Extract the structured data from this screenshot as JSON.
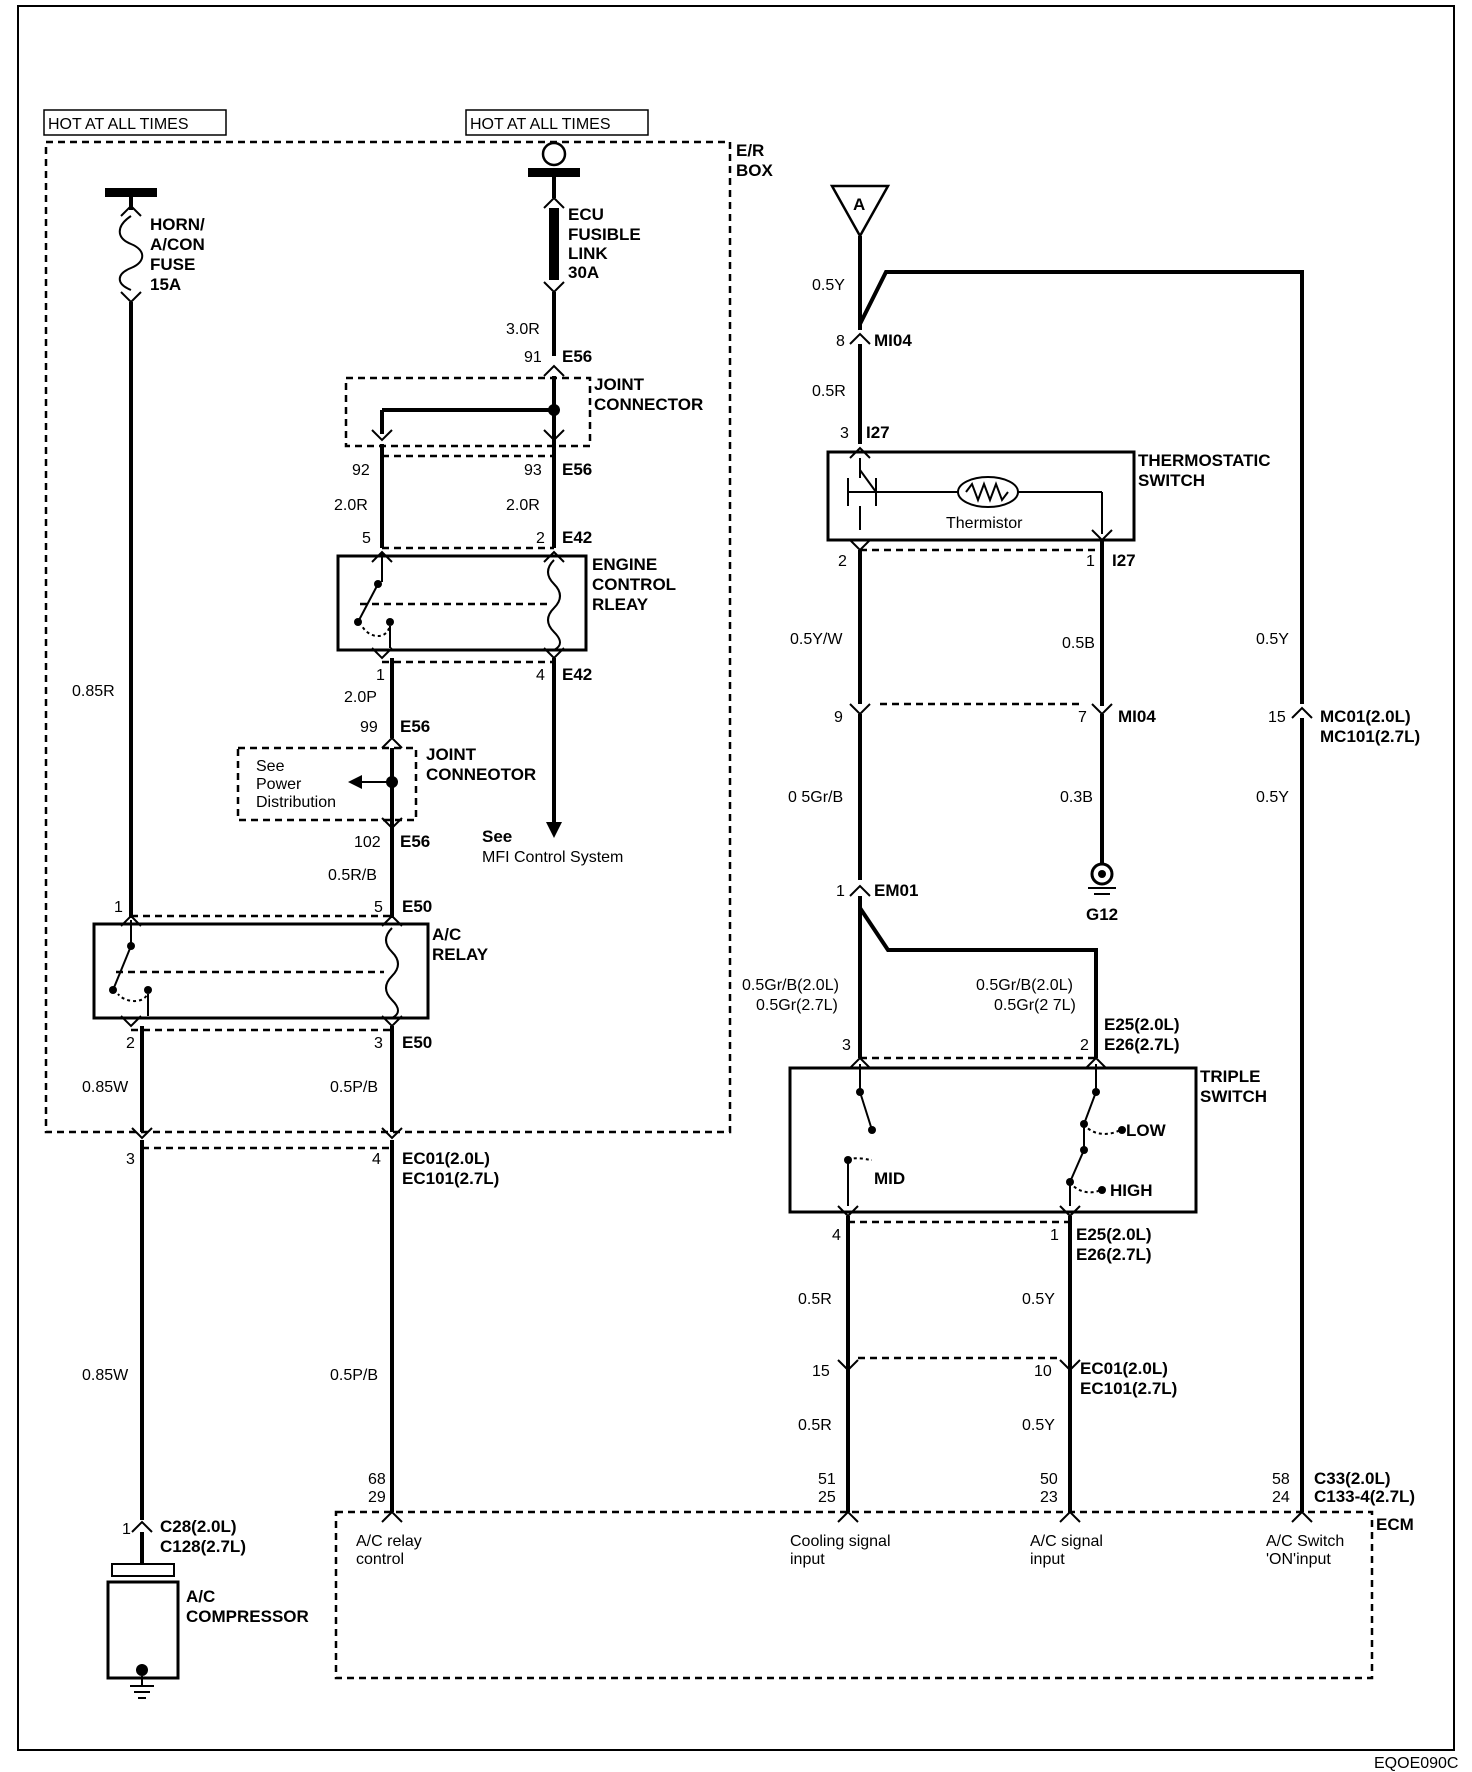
{
  "hot": {
    "left": "HOT AT ALL TIMES",
    "right": "HOT AT ALL TIMES"
  },
  "er_box": {
    "line1": "E/R",
    "line2": "BOX"
  },
  "horn_fuse": {
    "line1": "HORN/",
    "line2": "A/CON",
    "line3": "FUSE",
    "line4": "15A"
  },
  "ecu_link": {
    "line1": "ECU",
    "line2": "FUSIBLE",
    "line3": "LINK",
    "line4": "30A"
  },
  "joint_connector": {
    "line1": "JOINT",
    "line2": "CONNECTOR"
  },
  "joint_connector2": {
    "line1": "JOINT",
    "line2": "CONNEOTOR"
  },
  "engine_relay": {
    "line1": "ENGINE",
    "line2": "CONTROL",
    "line3": "RLEAY"
  },
  "ac_relay": {
    "line1": "A/C",
    "line2": "RELAY"
  },
  "power_dist": {
    "line1": "See",
    "line2": "Power",
    "line3": "Distribution"
  },
  "mfi": {
    "line1": "See",
    "line2": "MFI Control System"
  },
  "ac_compressor": {
    "line1": "A/C",
    "line2": "COMPRESSOR"
  },
  "thermostatic": {
    "line1": "THERMOSTATIC",
    "line2": "SWITCH",
    "thermistor": "Thermistor"
  },
  "triple": {
    "line1": "TRIPLE",
    "line2": "SWITCH",
    "low": "LOW",
    "mid": "MID",
    "high": "HIGH"
  },
  "ground": "G12",
  "ref_a": "A",
  "ecm": {
    "title": "ECM",
    "relay_control": [
      "A/C relay",
      "control"
    ],
    "cooling": [
      "Cooling signal",
      "input"
    ],
    "signal": [
      "A/C signal",
      "input"
    ],
    "switch_on": [
      "A/C Switch",
      "'ON'input"
    ]
  },
  "wires": {
    "w085r": "0.85R",
    "w30r": "3.0R",
    "w20r_a": "2.0R",
    "w20r_b": "2.0R",
    "w20p": "2.0P",
    "w05rb": "0.5R/B",
    "w085w_a": "0.85W",
    "w05pb_a": "0.5P/B",
    "w085w_b": "0.85W",
    "w05pb_b": "0.5P/B",
    "w05y_top": "0.5Y",
    "w05r_mi": "0.5R",
    "w05yw": "0.5Y/W",
    "w05b": "0.5B",
    "w05y_right": "0.5Y",
    "w05grb": "0 5Gr/B",
    "w03b": "0.3B",
    "w05y_right2": "0.5Y",
    "grb_l1": "0.5Gr/B(2.0L)",
    "grb_l2": "0.5Gr(2.7L)",
    "grb_r1": "0.5Gr/B(2.0L)",
    "grb_r2": "0.5Gr(2 7L)",
    "w05r_a": "0.5R",
    "w05y_a": "0.5Y",
    "w05r_b": "0.5R",
    "w05y_b": "0.5Y"
  },
  "connectors": {
    "e56_top": "E56",
    "e56_mid": "E56",
    "e56_99": "E56",
    "e56_102": "E56",
    "e42_top": "E42",
    "e42_bot": "E42",
    "e50_top": "E50",
    "e50_bot": "E50",
    "ec01_left": "EC01(2.0L)",
    "ec101_left": "EC101(2.7L)",
    "c28": "C28(2.0L)",
    "c128": "C128(2.7L)",
    "mi04_top": "MI04",
    "i27_top": "I27",
    "i27_bot": "I27",
    "mi04_mid": "MI04",
    "mc01": "MC01(2.0L)",
    "mc101": "MC101(2.7L)",
    "em01": "EM01",
    "e25_top": "E25(2.0L)",
    "e26_top": "E26(2.7L)",
    "e25_bot": "E25(2.0L)",
    "e26_bot": "E26(2.7L)",
    "ec01_right": "EC01(2.0L)",
    "ec101_right": "EC101(2.7L)",
    "c33": "C33(2.0L)",
    "c133": "C133-4(2.7L)"
  },
  "pins": {
    "p91": "91",
    "p92": "92",
    "p93": "93",
    "p5": "5",
    "p2": "2",
    "p1": "1",
    "p4": "4",
    "p99": "99",
    "p102": "102",
    "p1b": "1",
    "p5b": "5",
    "p2b": "2",
    "p3b": "3",
    "p3c": "3",
    "p4c": "4",
    "p1c": "1",
    "p68": "68",
    "p29": "29",
    "p8": "8",
    "p3t": "3",
    "p2t": "2",
    "p1t": "1",
    "p9": "9",
    "p7": "7",
    "p15": "15",
    "p1em": "1",
    "p3tr": "3",
    "p2tr": "2",
    "p4tr": "4",
    "p1tr": "1",
    "p15b": "15",
    "p10": "10",
    "p51": "51",
    "p25": "25",
    "p50": "50",
    "p23": "23",
    "p58": "58",
    "p24": "24"
  },
  "code": "EQOE090C"
}
